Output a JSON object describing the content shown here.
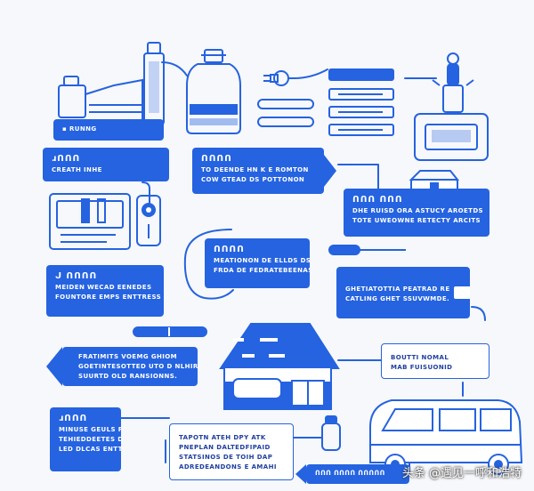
{
  "colors": {
    "accent": "#2563e0",
    "line": "#2563e0",
    "background": "#f7f8fb"
  },
  "icons": [
    "generator-icon",
    "bottle-icon",
    "plug-icon",
    "rack-icon",
    "control-panel-icon",
    "document-icon",
    "lock-icon",
    "toolbox-icon",
    "screwdriver-icon",
    "house-icon",
    "van-icon",
    "canister-icon"
  ],
  "boxes": {
    "top_left_label": "▪ RUNNG",
    "b1": {
      "head": "ɹᑎᑎᑎ",
      "lines": [
        "CREATH INHE"
      ]
    },
    "b2": {
      "head": "ᑎᑎᑎᑎ",
      "lines": [
        "TO DEENDE HN K E ROMTON",
        "COW GTEAD DS POTTONON"
      ]
    },
    "b3": {
      "head": "ᑎᑎᑎ ᑎᑎᑎ",
      "lines": [
        "DHE RUISD ORA ASTUCY AROETDS",
        "TOTE UWEOWNE RETECTY ARCITS"
      ]
    },
    "b4": {
      "head": "ᑎᑎᑎᑎ",
      "lines": [
        "MEATIONON DE ELLDS DS",
        "FRDA DE FEDRATEBEENAS"
      ]
    },
    "b5": {
      "head": "ᒍ ᑎᑎᑎᑎ",
      "lines": [
        "MEIDEN WECAD EENEDES",
        "FOUNTORE EMPS ENTTRESS"
      ]
    },
    "b6": {
      "lines": [
        "GHETIATOTTIA PEATRAD RE",
        "CATLING GHET SSUVWMDE."
      ]
    },
    "b7": {
      "lines": [
        "FRATIMITS VOEMG GHIOM",
        "GOETINTESOTTED UTO D NLHIRE",
        "SUURTD OLD RANSIONNS."
      ]
    },
    "b8": {
      "lines": [
        "BOUTTI NOMAL",
        "MAB FUISUONID"
      ]
    },
    "b9": {
      "head": "ɹᑎᑎᑎ",
      "lines": [
        "MINUSE GEULS RONT",
        "TEHIEDDEETES DOOS",
        "LED DLCAS ENTTRESS"
      ]
    },
    "b10": {
      "lines": [
        "TAPOTN ATEH DPY ATK",
        "PNEPLAN DALTEDFIPAID",
        "STATSINOS DE TOIH DAP",
        "ADREDEANDONS E AMAHI"
      ]
    },
    "b11": {
      "lines": [
        "ᑎᑎᑎ ᑎᑎᑎᑎ ᑎᑎᑎᑎᑎ"
      ]
    }
  },
  "watermark": "头条 @遇见一呼和浩特"
}
